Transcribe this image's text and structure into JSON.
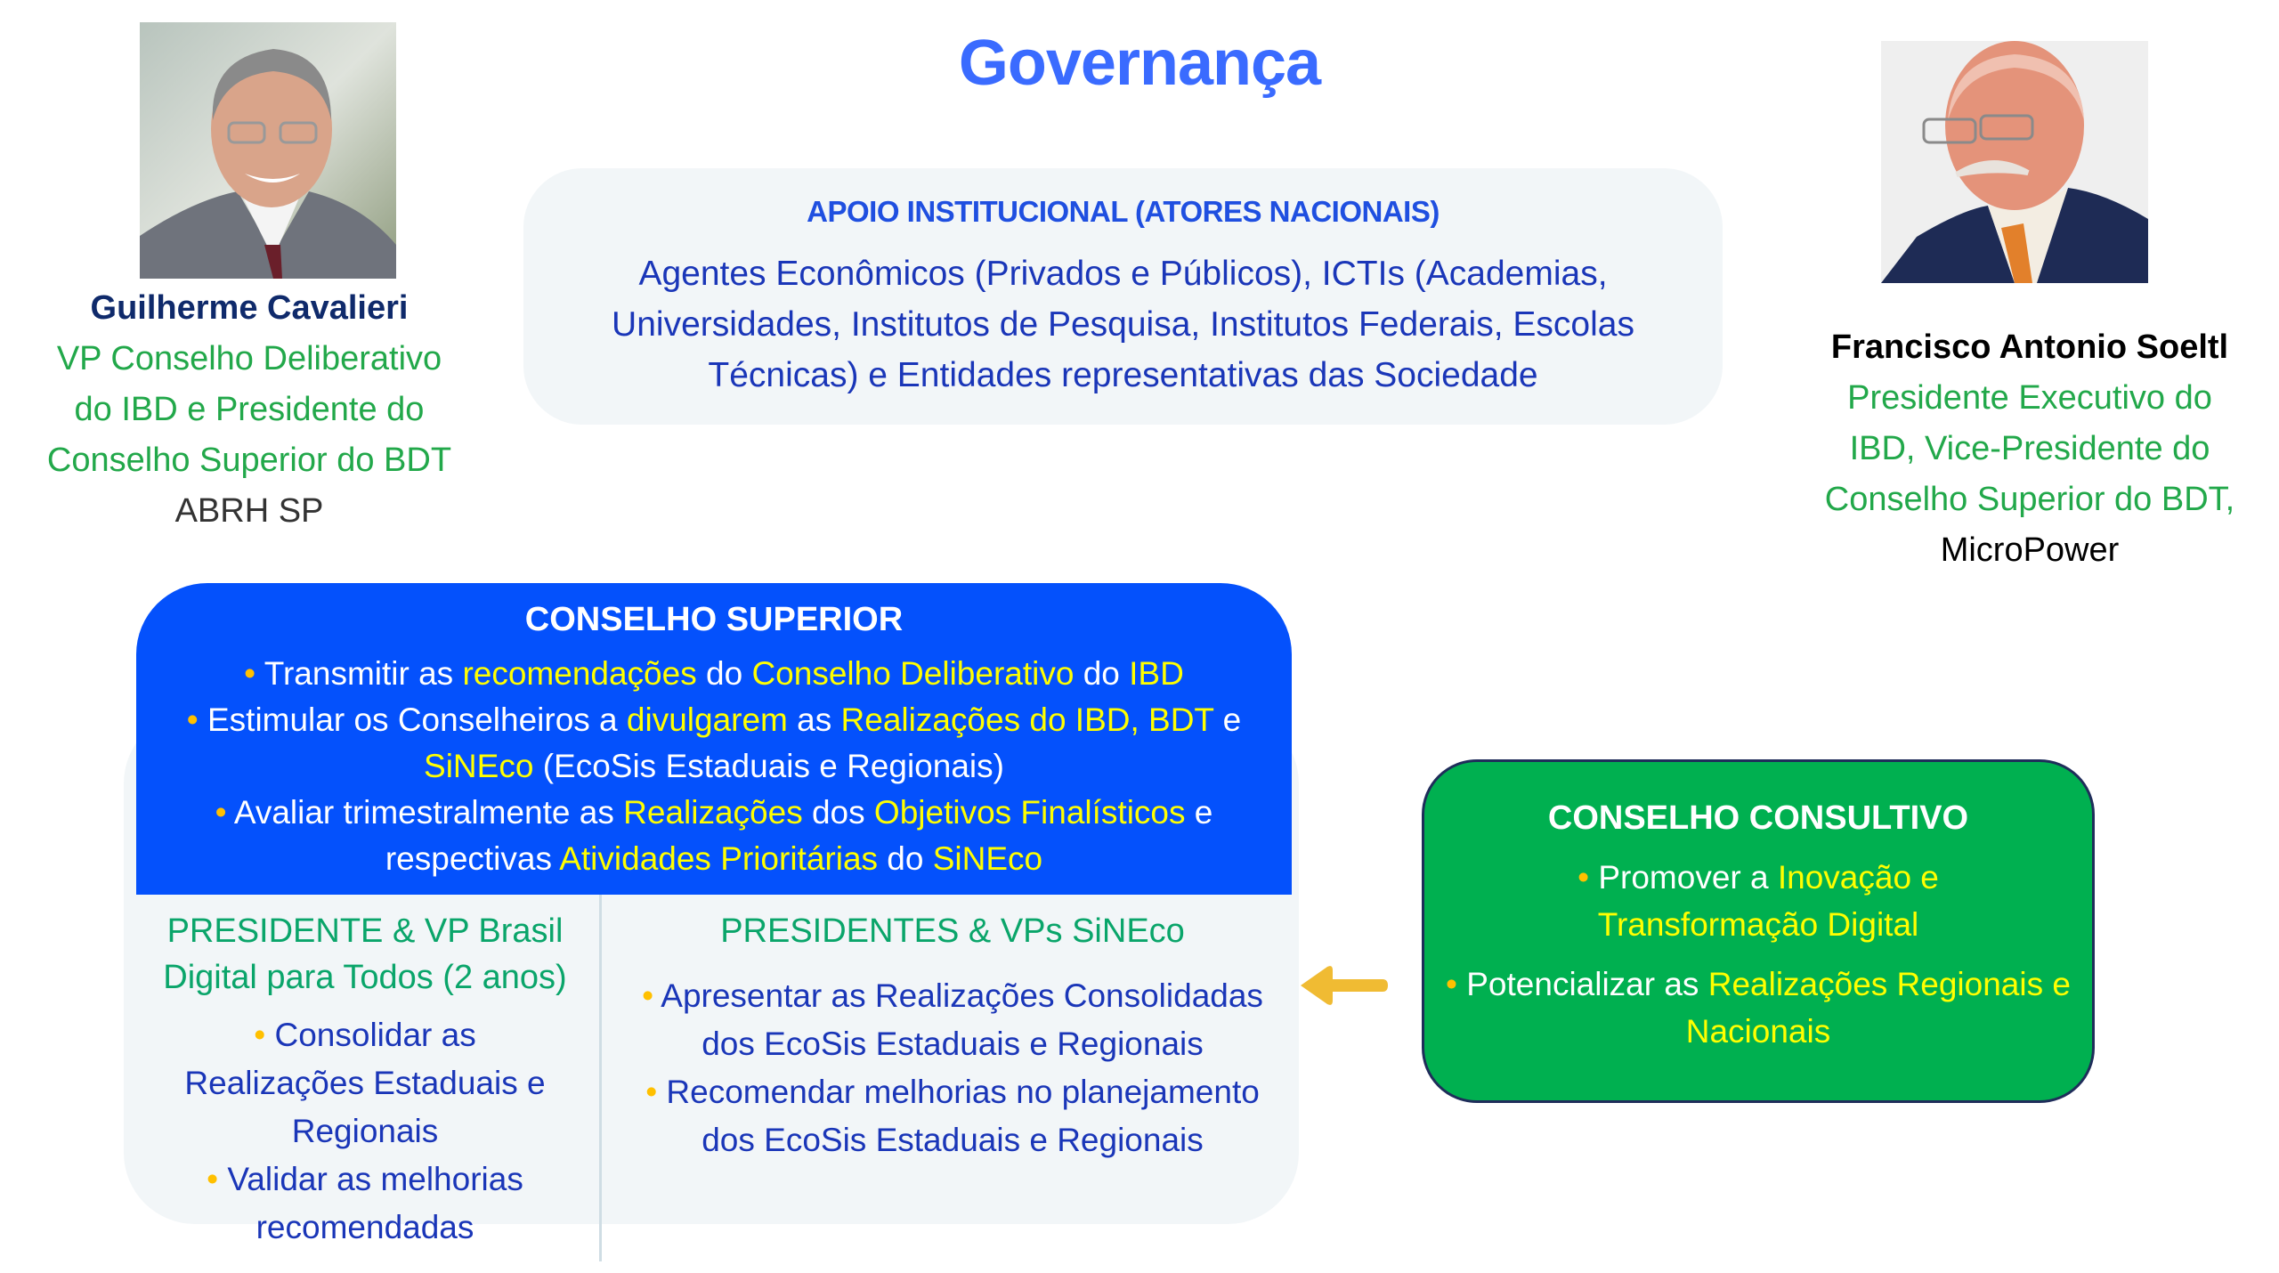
{
  "title": "Governança",
  "left_person": {
    "photo_alt": "Guilherme Cavalieri photo",
    "name": "Guilherme Cavalieri",
    "role_lines": [
      "VP Conselho Deliberativo",
      "do IBD e Presidente do",
      "Conselho Superior do BDT"
    ],
    "org": "ABRH SP"
  },
  "right_person": {
    "photo_alt": "Francisco Antonio Soeltl photo",
    "name": "Francisco Antonio Soeltl",
    "role_lines": [
      "Presidente Executivo do",
      "IBD, Vice-Presidente do",
      "Conselho Superior do BDT,"
    ],
    "org": "MicroPower"
  },
  "apoio": {
    "title": "APOIO INSTITUCIONAL (ATORES NACIONAIS)",
    "body": "Agentes Econômicos (Privados e Públicos), ICTIs (Academias, Universidades, Institutos de Pesquisa, Institutos Federais, Escolas Técnicas) e Entidades representativas das Sociedade"
  },
  "conselho_superior": {
    "title": "CONSELHO SUPERIOR",
    "bullet": "•",
    "items": [
      {
        "parts": [
          {
            "t": "Transmitir as ",
            "hl": false
          },
          {
            "t": "recomendações",
            "hl": true
          },
          {
            "t": " do ",
            "hl": false
          },
          {
            "t": "Conselho Deliberativo",
            "hl": true
          },
          {
            "t": " do ",
            "hl": false
          },
          {
            "t": "IBD",
            "hl": true
          }
        ]
      },
      {
        "parts": [
          {
            "t": "Estimular os Conselheiros a ",
            "hl": false
          },
          {
            "t": "divulgarem",
            "hl": true
          },
          {
            "t": " as ",
            "hl": false
          },
          {
            "t": "Realizações do IBD, BDT",
            "hl": true
          },
          {
            "t": " e ",
            "hl": false
          },
          {
            "t": "SiNEco",
            "hl": true
          },
          {
            "t": " (EcoSis Estaduais e Regionais)",
            "hl": false
          }
        ]
      },
      {
        "parts": [
          {
            "t": "Avaliar trimestralmente as ",
            "hl": false
          },
          {
            "t": "Realizações",
            "hl": true
          },
          {
            "t": " dos ",
            "hl": false
          },
          {
            "t": "Objetivos Finalísticos",
            "hl": true
          },
          {
            "t": " e respectivas ",
            "hl": false
          },
          {
            "t": "Atividades Prioritárias",
            "hl": true
          },
          {
            "t": " do ",
            "hl": false
          },
          {
            "t": "SiNEco",
            "hl": true
          }
        ]
      }
    ]
  },
  "presidente_brasil": {
    "title": "PRESIDENTE & VP Brasil Digital para Todos (2 anos)",
    "items": [
      "Consolidar as Realizações Estaduais e Regionais",
      "Validar as melhorias recomendadas"
    ]
  },
  "presidentes_sineco": {
    "title": "PRESIDENTES & VPs SiNEco",
    "items": [
      "Apresentar as Realizações Consolidadas dos EcoSis Estaduais e Regionais",
      "Recomendar melhorias no planejamento dos EcoSis Estaduais e Regionais"
    ]
  },
  "arrow": {
    "icon": "arrow-left-icon",
    "color": "#f0bb33"
  },
  "conselho_consultivo": {
    "title": "CONSELHO CONSULTIVO",
    "items": [
      {
        "parts": [
          {
            "t": "Promover a ",
            "hl": false
          },
          {
            "t": "Inovação e Transformação Digital",
            "hl": true
          }
        ]
      },
      {
        "parts": [
          {
            "t": "Potencializar as ",
            "hl": false
          },
          {
            "t": "Realizações Regionais e Nacionais",
            "hl": true
          }
        ]
      }
    ]
  },
  "colors": {
    "title": "#3a6bff",
    "superior_bg": "#0451fc",
    "consultivo_bg": "#00b050",
    "highlight": "#ffff00",
    "bullet": "#ffc000",
    "role_green": "#22a84a",
    "body_blue": "#1a36b8"
  }
}
